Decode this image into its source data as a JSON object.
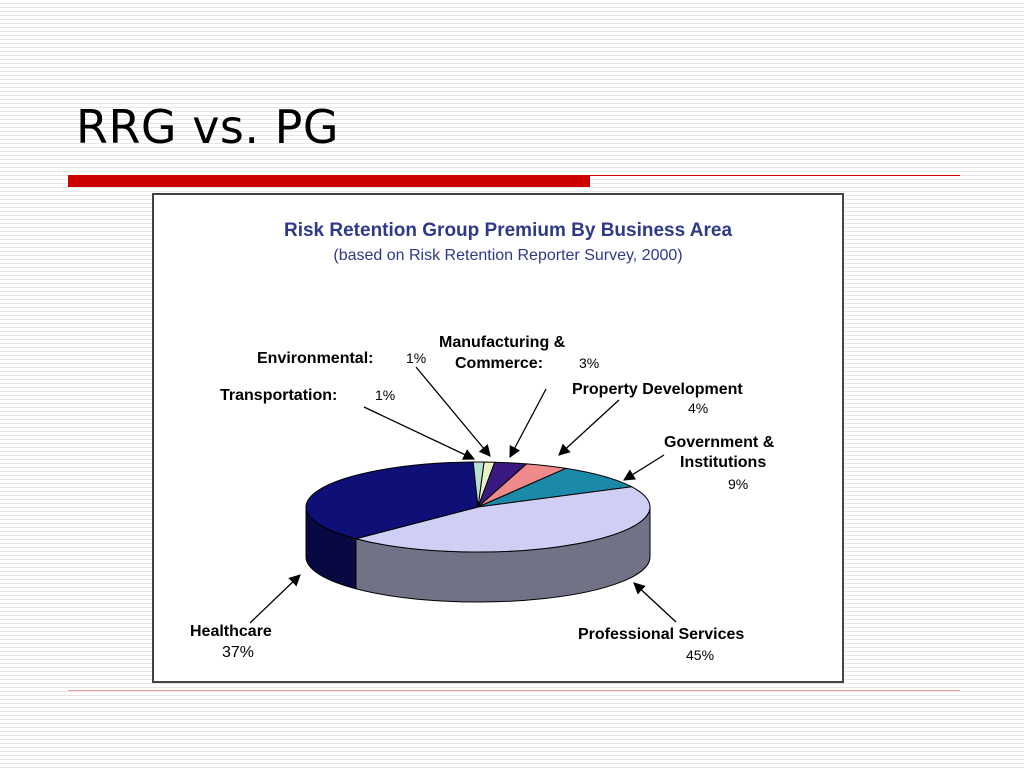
{
  "slide": {
    "title": "RRG vs. PG"
  },
  "chart_data": {
    "type": "pie",
    "title": "Risk Retention Group Premium By Business Area",
    "subtitle": "(based on Risk Retention Reporter Survey, 2000)",
    "slices": [
      {
        "name": "Environmental:",
        "pct_label": "1%",
        "value": 1,
        "color": "#e8f0c8"
      },
      {
        "name": "Manufacturing & Commerce:",
        "pct_label": "3%",
        "value": 3,
        "color": "#3a1a80"
      },
      {
        "name": "Property Development",
        "pct_label": "4%",
        "value": 4,
        "color": "#ef8a8a"
      },
      {
        "name": "Government & Institutions",
        "pct_label": "9%",
        "value": 9,
        "color": "#1a8aa8"
      },
      {
        "name": "Professional Services",
        "pct_label": "45%",
        "value": 45,
        "color": "#cfcff5"
      },
      {
        "name": "Healthcare",
        "pct_label": "37%",
        "value": 37,
        "color": "#0f0f78"
      },
      {
        "name": "Transportation:",
        "pct_label": "1%",
        "value": 1,
        "color": "#b8e0d0"
      }
    ]
  }
}
